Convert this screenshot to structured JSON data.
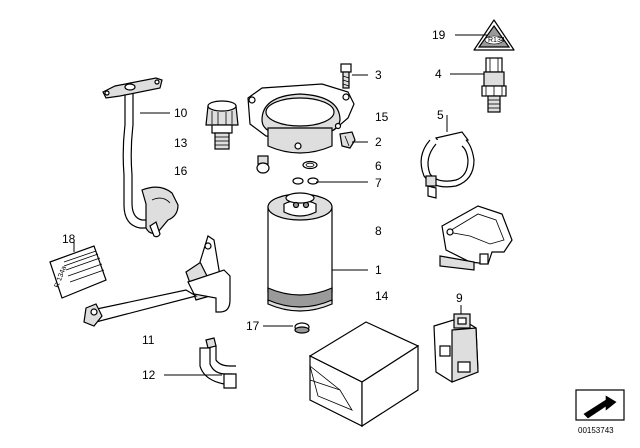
{
  "labels": {
    "l1": "1",
    "l2": "2",
    "l3": "3",
    "l4": "4",
    "l5": "5",
    "l6": "6",
    "l7": "7",
    "l8": "8",
    "l9": "9",
    "l10": "10",
    "l11": "11",
    "l12": "12",
    "l13": "13",
    "l14": "14",
    "l15": "15",
    "l16": "16",
    "l17": "17",
    "l18": "18",
    "l19": "19"
  },
  "warning_label_text": "R 134a",
  "refrigerant_badge_text": "R134",
  "reference_number": "00153743"
}
